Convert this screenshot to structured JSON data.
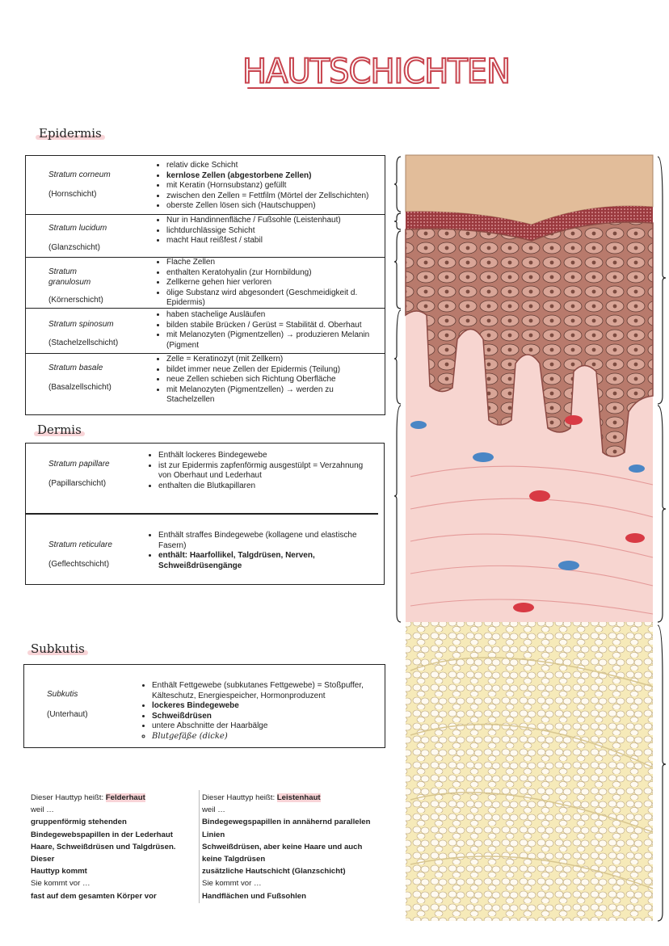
{
  "title": "HAUTSCHICHTEN",
  "epidermis": {
    "heading": "Epidermis",
    "layers": [
      {
        "name": "Stratum corneum",
        "sub": "(Hornschicht)",
        "items": [
          "relativ dicke Schicht",
          "kernlose Zellen (abgestorbene Zellen)",
          "mit Keratin (Hornsubstanz) gefüllt",
          "zwischen den Zellen = Fettfilm (Mörtel der Zellschichten)",
          "oberste Zellen lösen sich (Hautschuppen)"
        ]
      },
      {
        "name": "Stratum lucidum",
        "sub": "(Glanzschicht)",
        "items": [
          "Nur in Handinnenfläche / Fußsohle (Leistenhaut)",
          "lichtdurchlässige Schicht",
          "macht Haut reißfest / stabil"
        ]
      },
      {
        "name": "Stratum granulosum",
        "sub": "(Körnerschicht)",
        "items": [
          "Flache Zellen",
          "enthalten Keratohyalin (zur Hornbildung)",
          "Zellkerne gehen hier verloren",
          "ölige Substanz wird abgesondert (Geschmeidigkeit d. Epidermis)"
        ]
      },
      {
        "name": "Stratum spinosum",
        "sub": "(Stachelzellschicht)",
        "items": [
          "haben stachelige Ausläufen",
          "bilden stabile Brücken / Gerüst = Stabilität d. Oberhaut",
          "mit Melanozyten (Pigmentzellen) → produzieren Melanin (Pigment"
        ]
      },
      {
        "name": "Stratum basale",
        "sub": "(Basalzellschicht)",
        "items": [
          "Zelle = Keratinozyt (mit Zellkern)",
          "bildet immer neue Zellen der Epidermis (Teilung)",
          "neue Zellen schieben sich Richtung Oberfläche",
          "mit Melanozyten (Pigmentzellen) → werden zu Stachelzellen"
        ]
      }
    ]
  },
  "dermis": {
    "heading": "Dermis",
    "layers": [
      {
        "name": "Stratum papillare",
        "sub": "(Papillarschicht)",
        "items": [
          "Enthält lockeres Bindegewebe",
          "ist zur Epidermis zapfenförmig ausgestülpt = Verzahnung von Oberhaut und Lederhaut",
          "enthalten die Blutkapillaren"
        ]
      },
      {
        "name": "Stratum reticulare",
        "sub": "(Geflechtschicht)",
        "items": [
          "Enthält straffes Bindegewebe (kollagene und elastische Fasern)",
          "enthält: Haarfollikel, Talgdrüsen, Nerven, Schweißdrüsengänge"
        ]
      }
    ]
  },
  "subkutis": {
    "heading": "Subkutis",
    "name": "Subkutis",
    "sub": "(Unterhaut)",
    "items": [
      "Enthält Fettgewebe (subkutanes Fettgewebe) = Stoßpuffer, Kälteschutz, Energiespeicher, Hormonproduzent",
      "lockeres Bindegewebe",
      "Schweißdrüsen",
      "untere Abschnitte der Haarbälge",
      "Blutgefäße (dicke)"
    ]
  },
  "felderhaut": {
    "prefix": "Dieser Hauttyp heißt: ",
    "keyword": "Felderhaut",
    "weil": "weil …",
    "lines": [
      "gruppenförmig stehenden",
      "Bindegewebspapillen in der Lederhaut",
      "Haare, Schweißdrüsen und Talgdrüsen. Dieser",
      "Hauttyp kommt"
    ],
    "vor": "Sie kommt vor …",
    "where": "fast auf dem gesamten Körper vor"
  },
  "leistenhaut": {
    "prefix": "Dieser Hauttyp heißt: ",
    "keyword": "Leistenhaut",
    "weil": "weil …",
    "lines": [
      "Bindegewegspapillen in annähernd parallelen",
      "Linien",
      "Schweißdrüsen, aber keine Haare und auch",
      "keine Talgdrüsen",
      "zusätzliche Hautschicht (Glanzschicht)"
    ],
    "vor": "Sie kommt vor …",
    "where": "Handflächen und Fußsohlen"
  },
  "colors": {
    "accent": "#c8454f",
    "highlight": "#f6c9cd",
    "corneum": "#e2bd9a",
    "lucidum": "#9b3a3f",
    "cells": "#c58d7f",
    "dermis": "#f7d5d0",
    "fat": "#f6eab9",
    "vesselRed": "#d83a44",
    "vesselBlue": "#4a86c5"
  }
}
